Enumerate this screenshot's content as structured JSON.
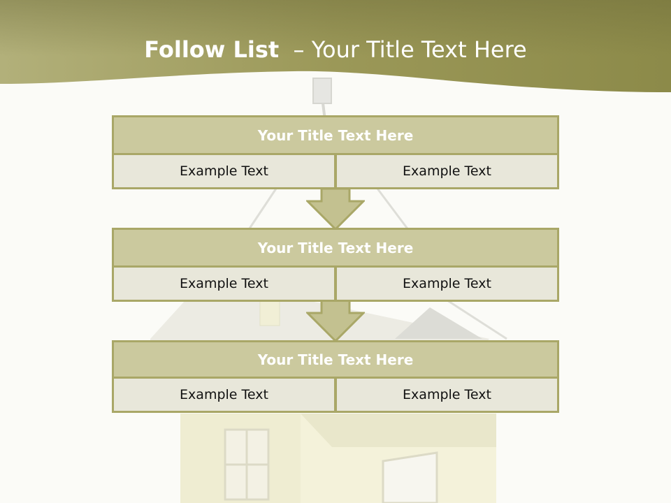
{
  "header": {
    "title_bold": "Follow List",
    "title_rest": "– Your Title Text Here"
  },
  "blocks": [
    {
      "title": "Your Title Text Here",
      "left": "Example Text",
      "right": "Example Text"
    },
    {
      "title": "Your Title Text Here",
      "left": "Example Text",
      "right": "Example Text"
    },
    {
      "title": "Your Title Text Here",
      "left": "Example Text",
      "right": "Example Text"
    }
  ],
  "colors": {
    "header_band": "#a3a15e",
    "title_fill": "#cbc99e",
    "cell_fill": "#e8e7da",
    "border": "#a9a767"
  }
}
